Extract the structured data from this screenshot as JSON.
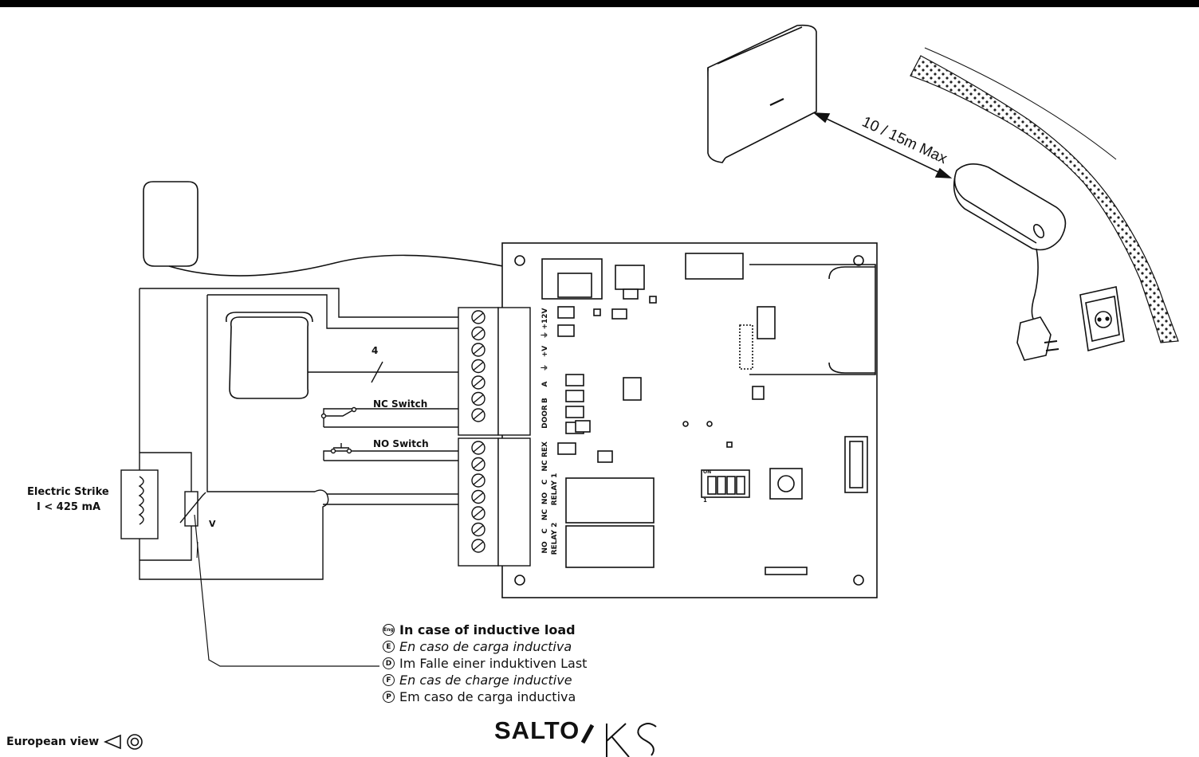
{
  "diagram": {
    "labels": {
      "distance": "10 / 15m Max",
      "bus_wires": "4",
      "nc_switch": "NC Switch",
      "no_switch": "NO Switch",
      "strike_title": "Electric Strike",
      "strike_current": "I < 425 mA",
      "varistor": "V"
    },
    "terminals": {
      "top_block": [
        "+12V",
        "⏚",
        "+V",
        "⏚",
        "A",
        "B",
        "DOOR"
      ],
      "bottom_block": [
        "REX",
        "NC",
        "C",
        "NO",
        "NC",
        "C",
        "NO"
      ],
      "relay_labels": [
        "RELAY 1",
        "RELAY 2"
      ]
    },
    "dip_switch_on": "ON",
    "dip_switch_one": "1"
  },
  "notes": [
    {
      "badge": "Eng",
      "text": "In case of inductive load",
      "style": "bold"
    },
    {
      "badge": "E",
      "text": "En caso de carga inductiva",
      "style": "italic"
    },
    {
      "badge": "D",
      "text": "Im Falle einer induktiven Last",
      "style": "normal"
    },
    {
      "badge": "F",
      "text": "En cas de charge inductive",
      "style": "italic"
    },
    {
      "badge": "P",
      "text": "Em caso de carga inductiva",
      "style": "normal"
    }
  ],
  "logo": {
    "brand": "SALTO",
    "sub": "KS"
  },
  "footer": {
    "view_label": "European view"
  }
}
